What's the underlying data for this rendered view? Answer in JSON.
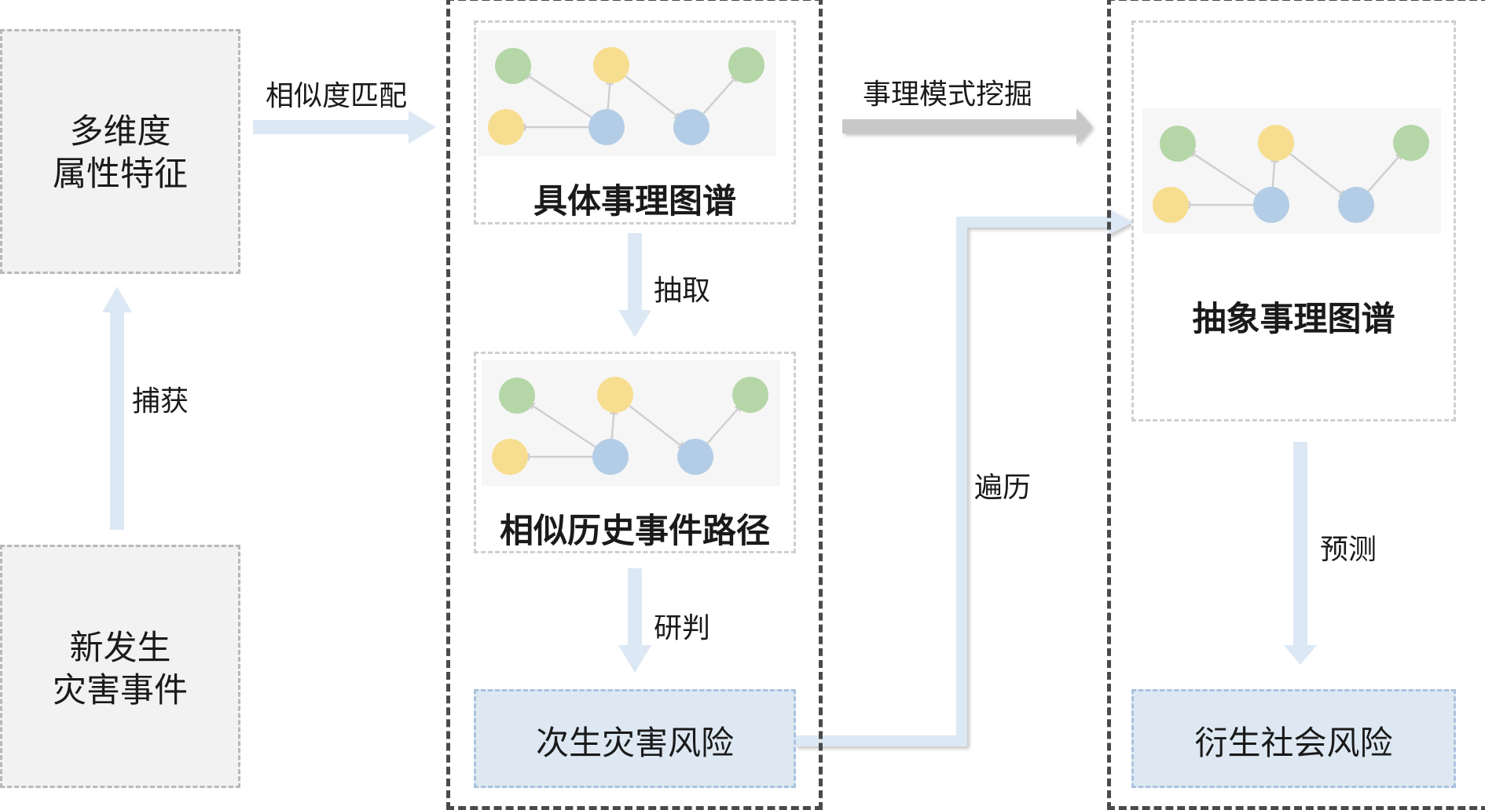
{
  "left": {
    "attributes_box": {
      "line1": "多维度",
      "line2": "属性特征"
    },
    "capture_label": "捕获",
    "new_event_box": {
      "line1": "新发生",
      "line2": "灾害事件"
    }
  },
  "match_label": "相似度匹配",
  "middle": {
    "concrete_graph_title": "具体事理图谱",
    "extract_label": "抽取",
    "similar_path_title": "相似历史事件路径",
    "judge_label": "研判",
    "secondary_risk": "次生灾害风险"
  },
  "mining_label": "事理模式挖掘",
  "traverse_label": "遍历",
  "right": {
    "abstract_graph_title": "抽象事理图谱",
    "predict_label": "预测",
    "derived_risk": "衍生社会风险"
  },
  "colors": {
    "node_green": "#b5d6a7",
    "node_yellow": "#f7dd8f",
    "node_blue": "#b4cde6",
    "arrow_light_blue": "#dce8f4",
    "arrow_gray": "#c8c8c8",
    "risk_box_fill": "#dde8f2"
  }
}
